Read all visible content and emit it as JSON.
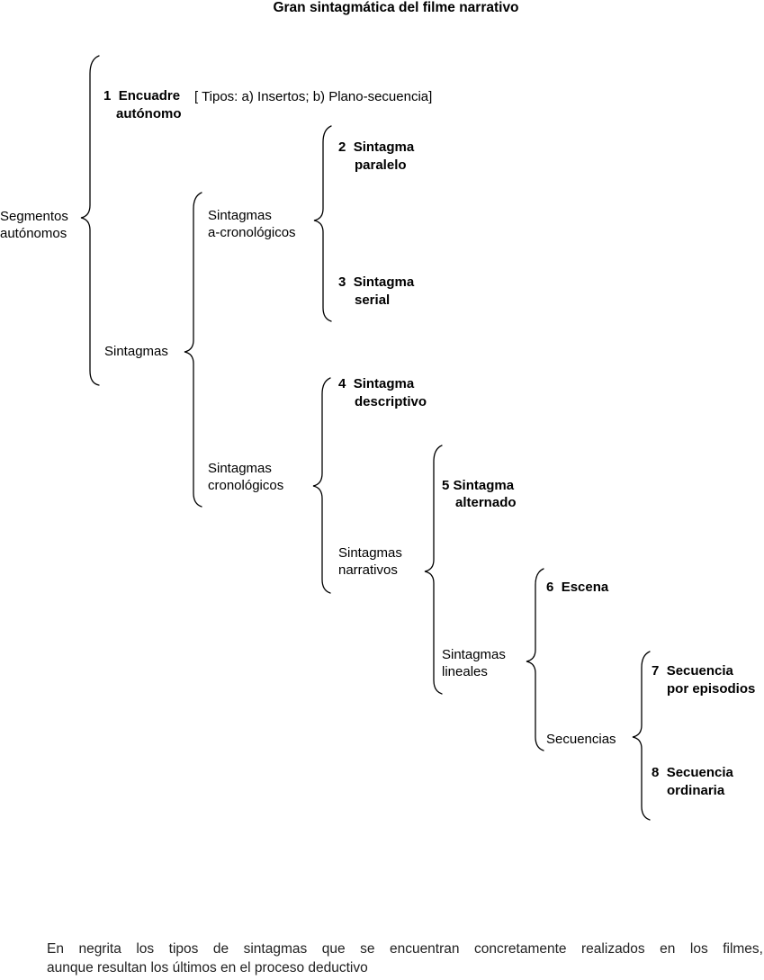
{
  "title": "Gran sintagmática del filme narrativo",
  "nodes": {
    "segmentos": [
      "Segmentos",
      "autónomos"
    ],
    "encuadre": {
      "number": "1",
      "line1": "Encuadre",
      "line2": "autónomo",
      "note": "[ Tipos: a) Insertos; b) Plano-secuencia]"
    },
    "sintagmas": "Sintagmas",
    "acronologicos": [
      "Sintagmas",
      "a-cronológicos"
    ],
    "paralelo": {
      "number": "2",
      "line1": "Sintagma",
      "line2": "paralelo"
    },
    "serial": {
      "number": "3",
      "line1": "Sintagma",
      "line2": "serial"
    },
    "cronologicos": [
      "Sintagmas",
      "cronológicos"
    ],
    "descriptivo": {
      "number": "4",
      "line1": "Sintagma",
      "line2": "descriptivo"
    },
    "narrativos": [
      "Sintagmas",
      "narrativos"
    ],
    "alternado": {
      "number": "5",
      "line1": "Sintagma",
      "line2": "alternado"
    },
    "lineales": [
      "Sintagmas",
      "lineales"
    ],
    "escena": {
      "number": "6",
      "line1": "Escena"
    },
    "secuencias": "Secuencias",
    "episodios": {
      "number": "7",
      "line1": "Secuencia",
      "line2": "por episodios"
    },
    "ordinaria": {
      "number": "8",
      "line1": "Secuencia",
      "line2": "ordinaria"
    }
  },
  "footnote": {
    "line1": "En negrita los tipos de sintagmas que se encuentran concretamente realizados en los filmes,",
    "line2": "aunque resultan los últimos en el proceso deductivo"
  }
}
